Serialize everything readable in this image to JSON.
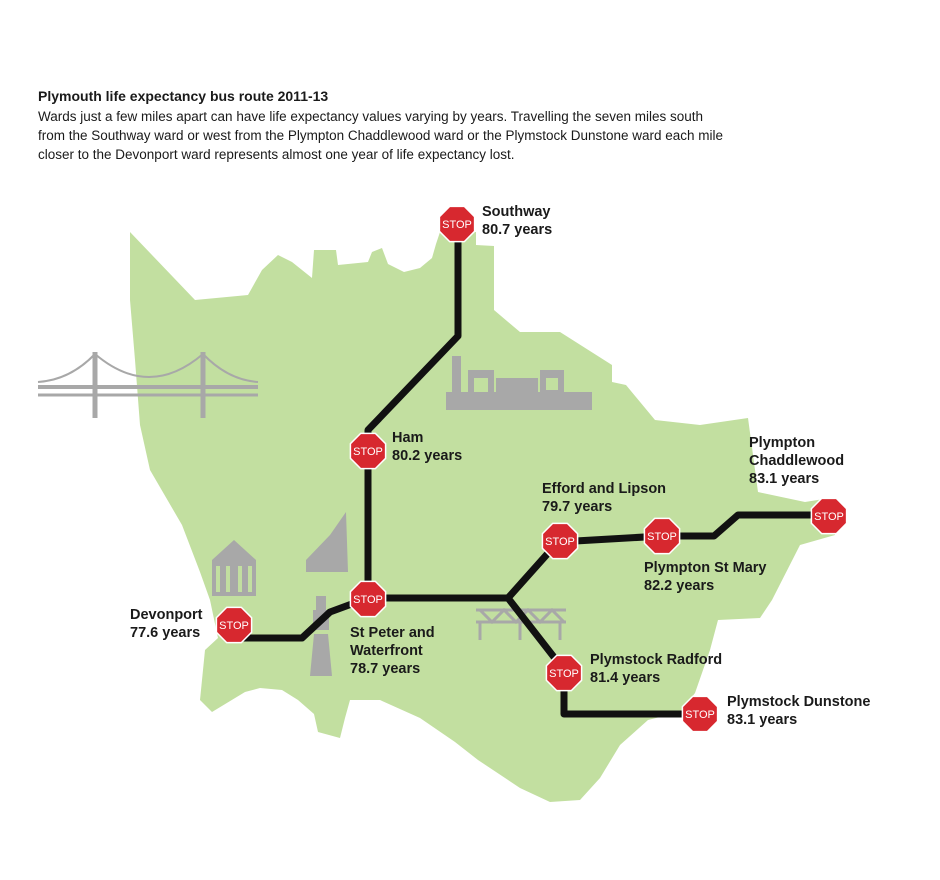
{
  "title": "Plymouth life expectancy bus route 2011-13",
  "description": "Wards just a few miles apart can have life expectancy values varying by years. Travelling the seven miles south from the Southway ward or west from the Plympton Chaddlewood ward or the Plymstock Dunstone ward each mile closer to the Devonport ward represents almost one year of life expectancy lost.",
  "stop_sign_text": "STOP",
  "colors": {
    "land": "#c2dfa0",
    "route": "#111111",
    "stop": "#d7282f",
    "landmark": "#a8a8a8"
  },
  "stops": [
    {
      "id": "southway",
      "lines": [
        "Southway",
        "80.7 years"
      ]
    },
    {
      "id": "ham",
      "lines": [
        "Ham",
        "80.2 years"
      ]
    },
    {
      "id": "st-peter-waterfront",
      "lines": [
        "St Peter and",
        "Waterfront",
        "78.7 years"
      ]
    },
    {
      "id": "devonport",
      "lines": [
        "Devonport",
        "77.6 years"
      ]
    },
    {
      "id": "efford-lipson",
      "lines": [
        "Efford and Lipson",
        "79.7 years"
      ]
    },
    {
      "id": "plympton-st-mary",
      "lines": [
        "Plympton St Mary",
        "82.2 years"
      ]
    },
    {
      "id": "plympton-chaddlewood",
      "lines": [
        "Plympton",
        "Chaddlewood",
        "83.1 years"
      ]
    },
    {
      "id": "plymstock-radford",
      "lines": [
        "Plymstock Radford",
        "81.4 years"
      ]
    },
    {
      "id": "plymstock-dunstone",
      "lines": [
        "Plymstock Dunstone",
        "83.1 years"
      ]
    }
  ],
  "landmarks": [
    "bridge-icon",
    "factory-icon",
    "tower-block-icon",
    "guildhall-icon",
    "lighthouse-icon",
    "rail-bridge-icon"
  ]
}
